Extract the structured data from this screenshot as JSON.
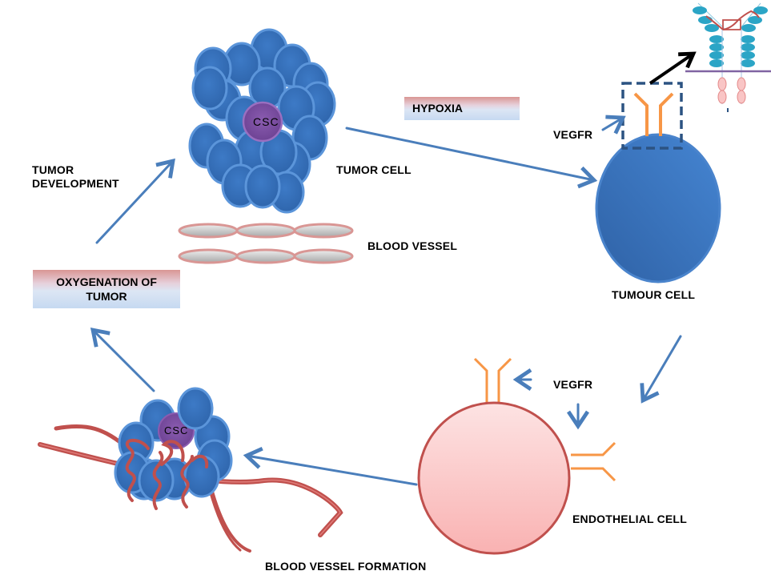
{
  "labels": {
    "csc_top": "CSC",
    "csc_bottom": "CSC",
    "tumor_cell": "TUMOR CELL",
    "blood_vessel": "BLOOD VESSEL",
    "tumor_development_line1": "TUMOR",
    "tumor_development_line2": "DEVELOPMENT",
    "oxygenation_line1": "OXYGENATION  OF",
    "oxygenation_line2": "TUMOR",
    "hypoxia": "HYPOXIA",
    "vegfr_top": "VEGFR",
    "tumour_cell": "TUMOUR CELL",
    "vegfr_bottom": "VEGFR",
    "endothelial_cell": "ENDOTHELIAL CELL",
    "blood_vessel_formation": "BLOOD  VESSEL FORMATION"
  },
  "colors": {
    "cell_blue": "#3a74c0",
    "cell_blue_edge": "#4f8fd6",
    "csc_purple": "#7b4fa0",
    "arrow_blue": "#4a7ebb",
    "receptor_orange": "#f79646",
    "vessel_red": "#c0504d",
    "endothelial_pink": "#fbc4c4",
    "domain_teal": "#2ba5c6",
    "membrane_purple": "#8064a2"
  }
}
